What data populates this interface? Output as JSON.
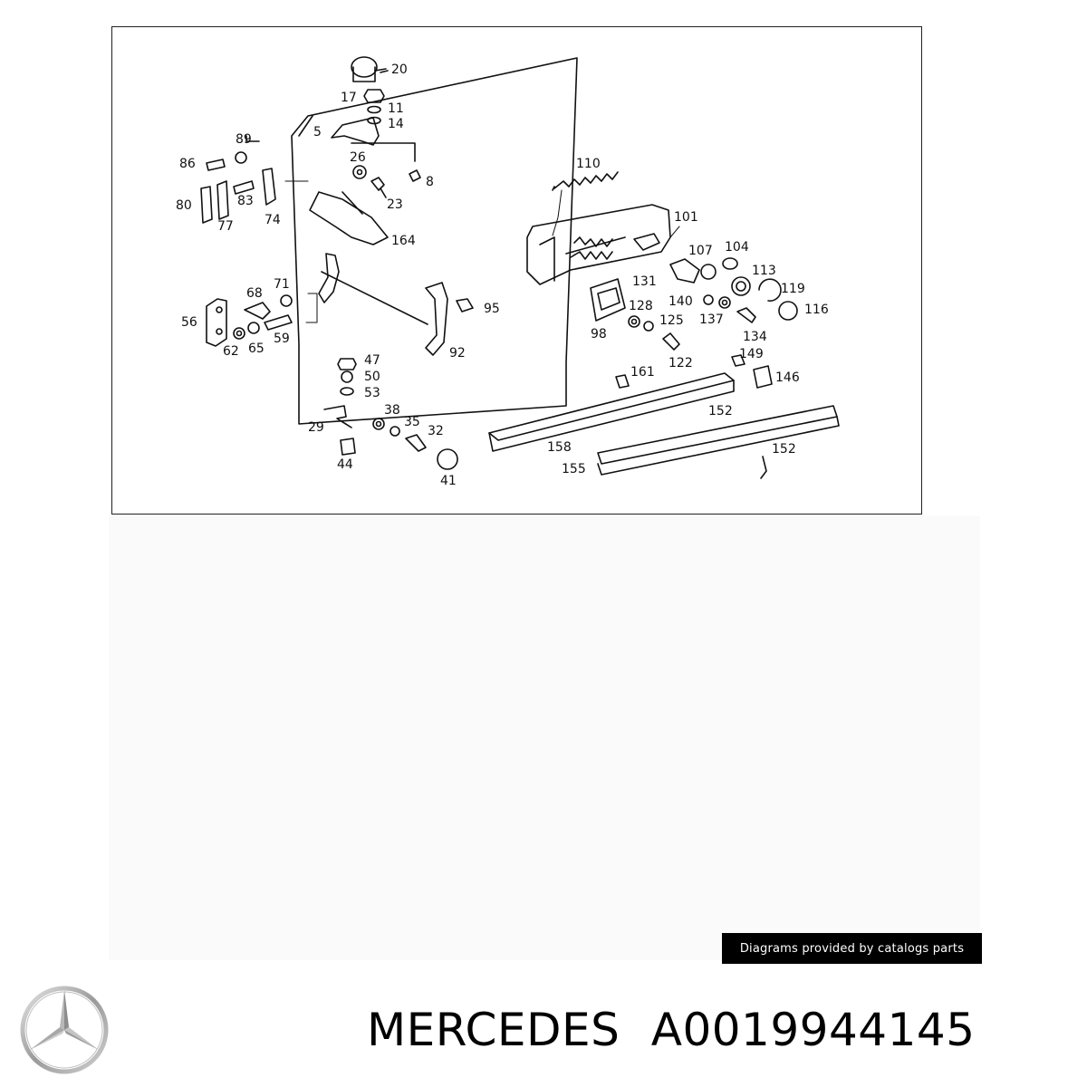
{
  "diagram": {
    "callouts": [
      "20",
      "17",
      "11",
      "14",
      "5",
      "89",
      "86",
      "26",
      "8",
      "110",
      "83",
      "80",
      "74",
      "77",
      "23",
      "164",
      "101",
      "107",
      "104",
      "113",
      "119",
      "116",
      "71",
      "68",
      "56",
      "62",
      "65",
      "59",
      "95",
      "92",
      "131",
      "128",
      "140",
      "125",
      "137",
      "134",
      "98",
      "122",
      "149",
      "146",
      "161",
      "47",
      "50",
      "53",
      "152",
      "38",
      "35",
      "32",
      "29",
      "44",
      "41",
      "158",
      "155",
      "152"
    ]
  },
  "credit": {
    "text": "Diagrams provided by catalogs parts"
  },
  "logo": {
    "icon": "mercedes-star-icon"
  },
  "title": {
    "brand": "MERCEDES",
    "part_number": "A0019944145"
  }
}
